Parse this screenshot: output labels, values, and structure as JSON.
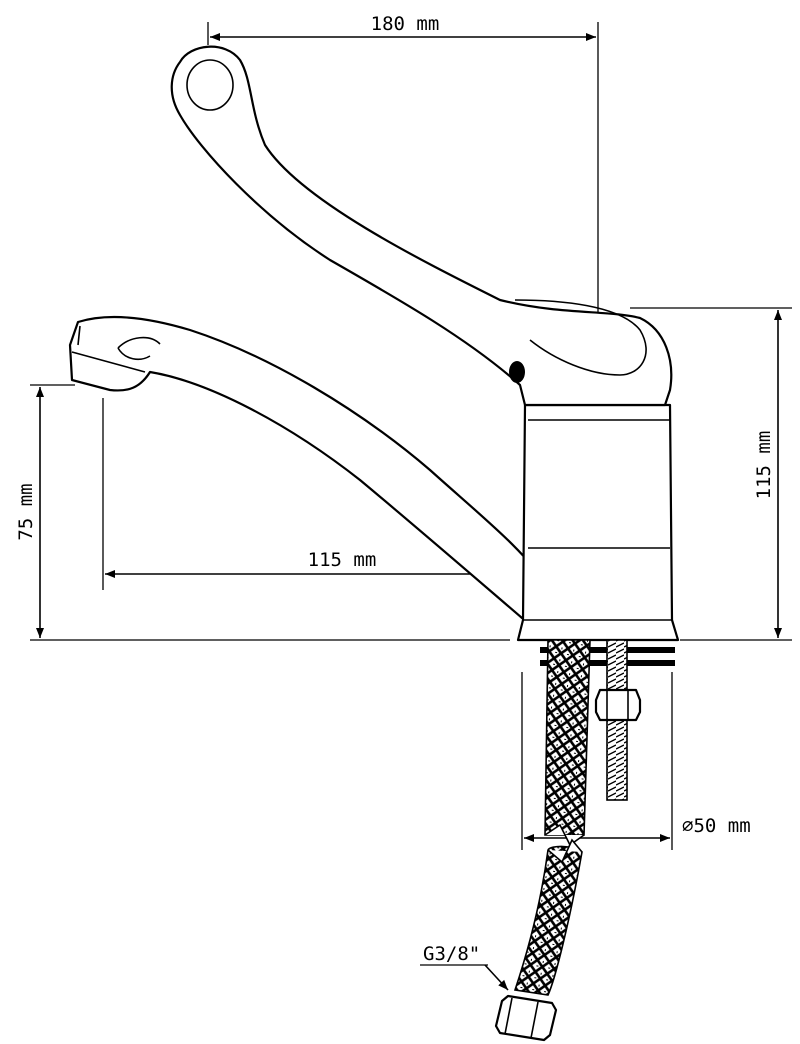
{
  "dimensions": {
    "lever_reach": "180 mm",
    "tap_height": "115 mm",
    "spout_height": "75 mm",
    "spout_reach": "115 mm",
    "base_diameter": "⌀50 mm",
    "connection_thread": "G3/8\""
  }
}
